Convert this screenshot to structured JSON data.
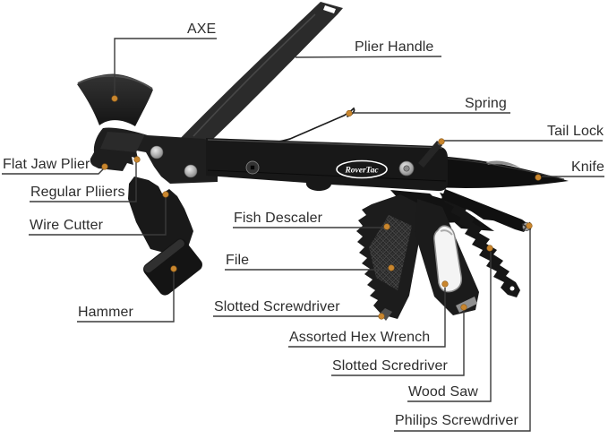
{
  "diagram": {
    "brand": "RoverTac",
    "labels": {
      "axe": "AXE",
      "plier_handle": "Plier Handle",
      "spring": "Spring",
      "tail_lock": "Tail Lock",
      "knife": "Knife",
      "flat_jaw_plier": "Flat Jaw Plier",
      "regular_pliers": "Regular Pliiers",
      "wire_cutter": "Wire Cutter",
      "fish_descaler": "Fish Descaler",
      "file": "File",
      "hammer": "Hammer",
      "slotted_screwdriver": "Slotted Screwdriver",
      "assorted_hex_wrench": "Assorted Hex Wrench",
      "slotted_scredriver": "Slotted Scredriver",
      "wood_saw": "Wood Saw",
      "philips_screwdriver": "Philips Screwdriver"
    },
    "colors": {
      "callout_dot": "#c9862e",
      "leader_line": "#3a3a3a",
      "label_text": "#2d2d2d",
      "tool_metal": "#1b1b1b",
      "background": "#ffffff"
    }
  }
}
